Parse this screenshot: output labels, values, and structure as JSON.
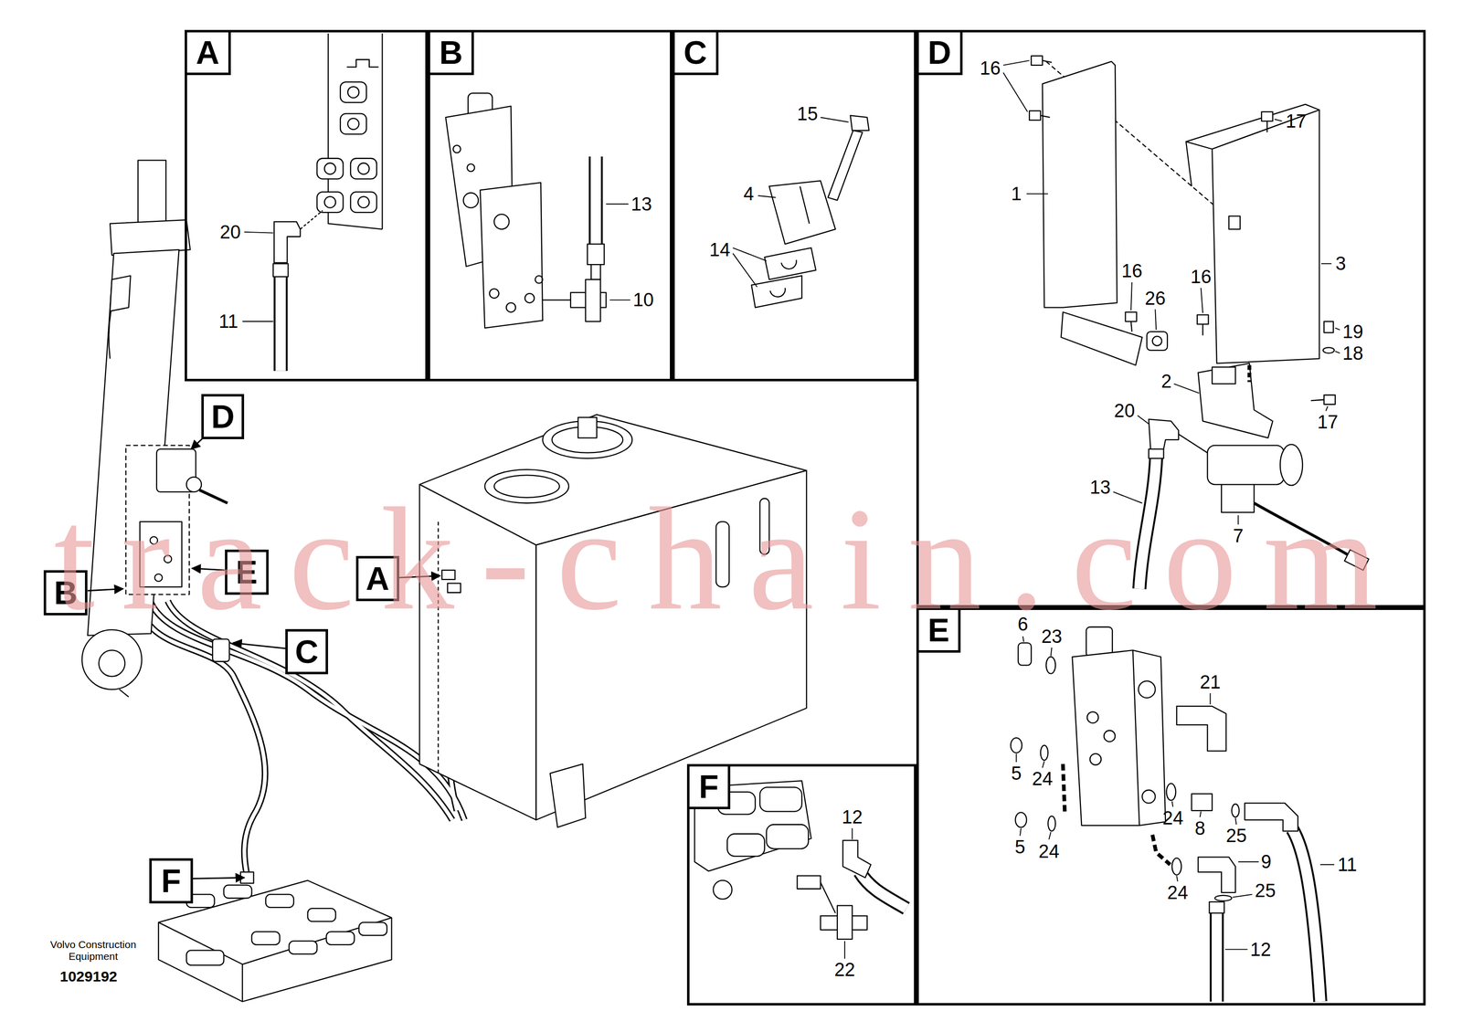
{
  "diagram": {
    "nodes": [
      {
        "text": [
          "A"
        ]
      },
      {
        "text": [
          "B"
        ]
      },
      {
        "text": [
          "C"
        ]
      },
      {
        "text": [
          "D"
        ]
      },
      {
        "text": [
          "D"
        ]
      },
      {
        "text": [
          "E"
        ]
      },
      {
        "text": [
          "B"
        ]
      },
      {
        "text": [
          "A"
        ]
      },
      {
        "text": [
          "E"
        ]
      },
      {
        "text": [
          "C"
        ]
      },
      {
        "text": [
          "F"
        ]
      },
      {
        "text": [
          "F"
        ]
      }
    ],
    "labels": [
      "20",
      "11",
      "13",
      "10",
      "15",
      "4",
      "14",
      "16",
      "17",
      "1",
      "3",
      "16",
      "26",
      "16",
      "19",
      "18",
      "2",
      "17",
      "20",
      "13",
      "7",
      "6",
      "23",
      "21",
      "5",
      "24",
      "5",
      "24",
      "24",
      "8",
      "25",
      "9",
      "11",
      "24",
      "25",
      "12",
      "12",
      "22",
      "Volvo Construction Equipment",
      "1029192",
      "track-chain.com"
    ]
  }
}
